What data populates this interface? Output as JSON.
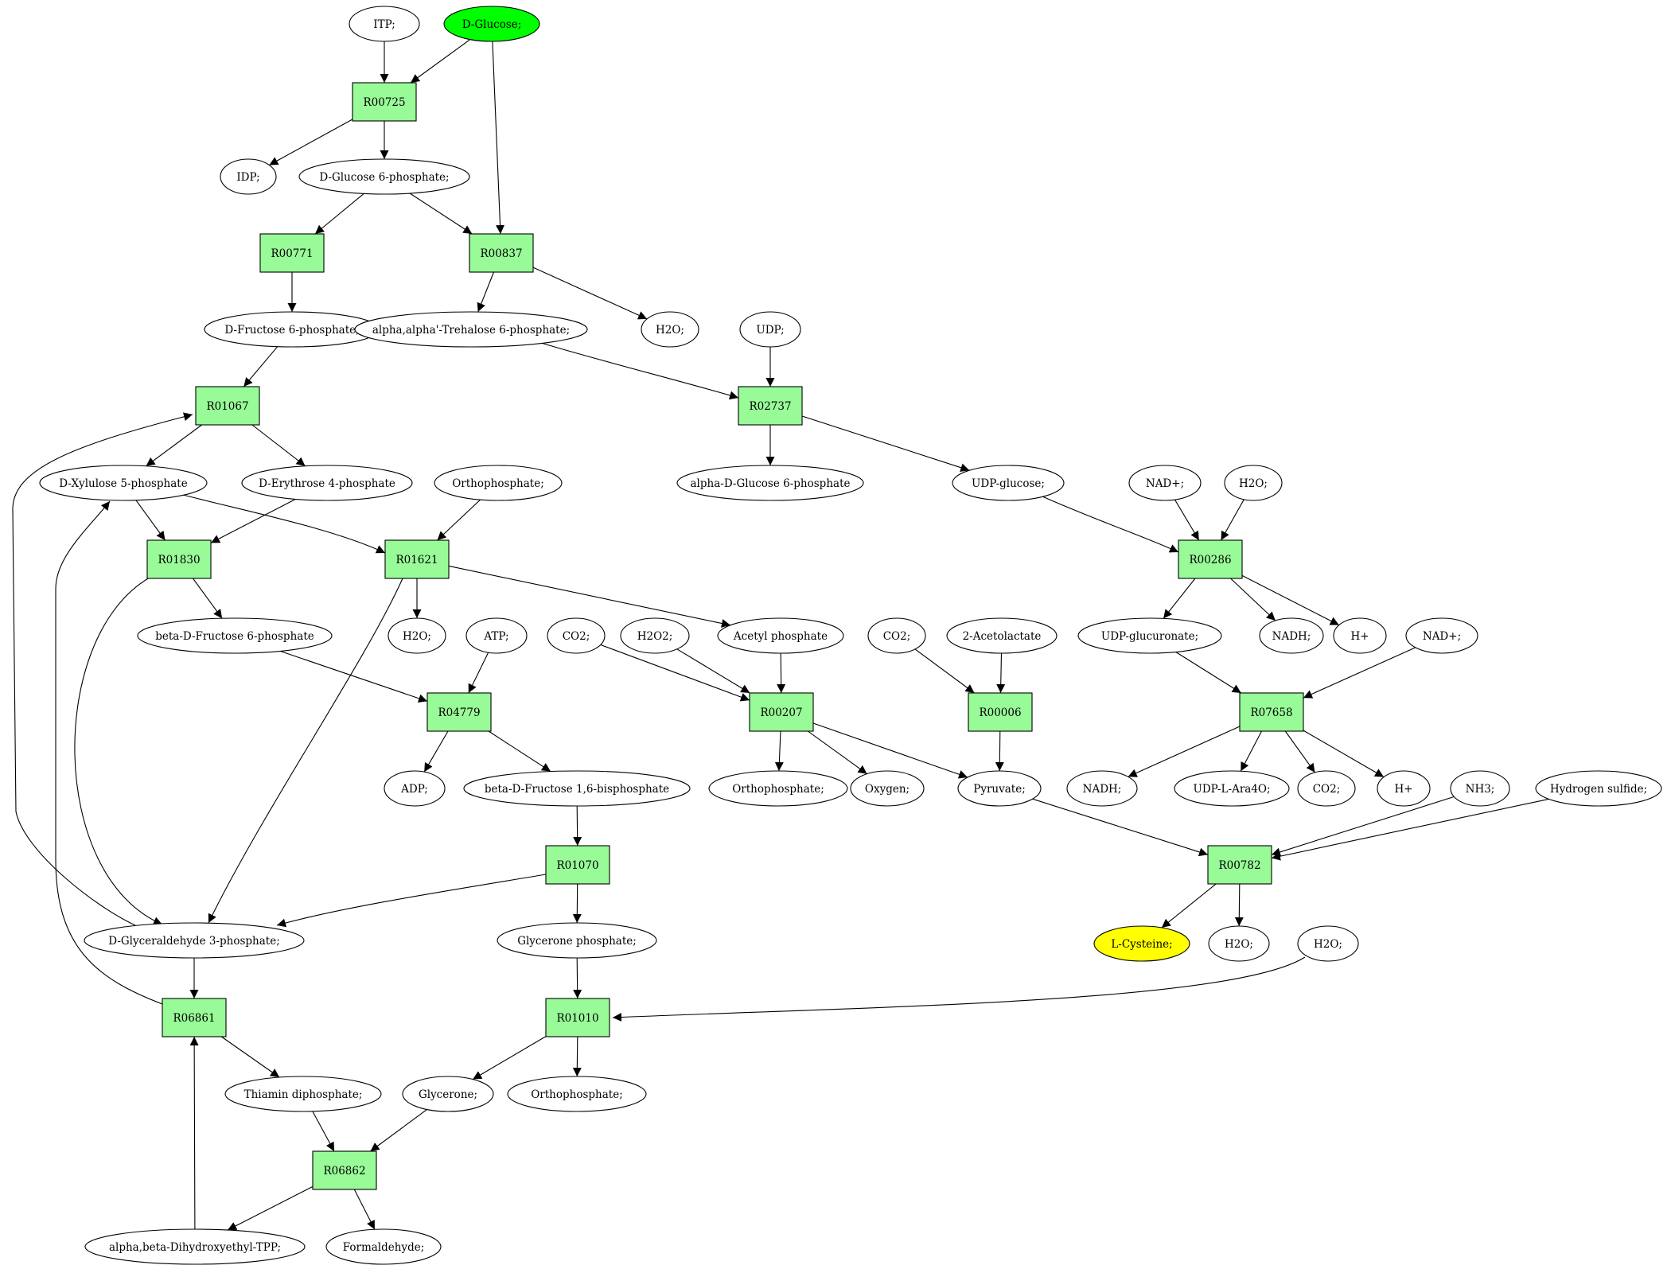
{
  "colors": {
    "reaction_fill": "#98fb98",
    "compound_fill": "#ffffff",
    "start_fill": "#00ff00",
    "target_fill": "#ffff00",
    "stroke": "#000000"
  },
  "nodes": [
    {
      "id": "itp",
      "label": "ITP;",
      "kind": "compound"
    },
    {
      "id": "dglucose",
      "label": "D-Glucose;",
      "kind": "start"
    },
    {
      "id": "R00725",
      "label": "R00725",
      "kind": "reaction"
    },
    {
      "id": "idp",
      "label": "IDP;",
      "kind": "compound"
    },
    {
      "id": "g6p",
      "label": "D-Glucose 6-phosphate;",
      "kind": "compound"
    },
    {
      "id": "R00771",
      "label": "R00771",
      "kind": "reaction"
    },
    {
      "id": "R00837",
      "label": "R00837",
      "kind": "reaction"
    },
    {
      "id": "f6p",
      "label": "D-Fructose 6-phosphate;",
      "kind": "compound"
    },
    {
      "id": "t6p",
      "label": "alpha,alpha'-Trehalose 6-phosphate;",
      "kind": "compound"
    },
    {
      "id": "h2o_a",
      "label": "H2O;",
      "kind": "compound"
    },
    {
      "id": "udp",
      "label": "UDP;",
      "kind": "compound"
    },
    {
      "id": "R01067",
      "label": "R01067",
      "kind": "reaction"
    },
    {
      "id": "R02737",
      "label": "R02737",
      "kind": "reaction"
    },
    {
      "id": "x5p",
      "label": "D-Xylulose 5-phosphate",
      "kind": "compound"
    },
    {
      "id": "e4p",
      "label": "D-Erythrose 4-phosphate",
      "kind": "compound"
    },
    {
      "id": "ortho_a",
      "label": "Orthophosphate;",
      "kind": "compound"
    },
    {
      "id": "ag6p",
      "label": "alpha-D-Glucose 6-phosphate",
      "kind": "compound"
    },
    {
      "id": "udpglc",
      "label": "UDP-glucose;",
      "kind": "compound"
    },
    {
      "id": "nad_a",
      "label": "NAD+;",
      "kind": "compound"
    },
    {
      "id": "h2o_b",
      "label": "H2O;",
      "kind": "compound"
    },
    {
      "id": "R01830",
      "label": "R01830",
      "kind": "reaction"
    },
    {
      "id": "R01621",
      "label": "R01621",
      "kind": "reaction"
    },
    {
      "id": "R00286",
      "label": "R00286",
      "kind": "reaction"
    },
    {
      "id": "bf6p",
      "label": "beta-D-Fructose 6-phosphate",
      "kind": "compound"
    },
    {
      "id": "h2o_c",
      "label": "H2O;",
      "kind": "compound"
    },
    {
      "id": "atp",
      "label": "ATP;",
      "kind": "compound"
    },
    {
      "id": "co2_a",
      "label": "CO2;",
      "kind": "compound"
    },
    {
      "id": "h2o2",
      "label": "H2O2;",
      "kind": "compound"
    },
    {
      "id": "acp",
      "label": "Acetyl phosphate",
      "kind": "compound"
    },
    {
      "id": "co2_b",
      "label": "CO2;",
      "kind": "compound"
    },
    {
      "id": "acetolac",
      "label": "2-Acetolactate",
      "kind": "compound"
    },
    {
      "id": "udpglcu",
      "label": "UDP-glucuronate;",
      "kind": "compound"
    },
    {
      "id": "nadh_a",
      "label": "NADH;",
      "kind": "compound"
    },
    {
      "id": "hplus_a",
      "label": "H+",
      "kind": "compound"
    },
    {
      "id": "nad_b",
      "label": "NAD+;",
      "kind": "compound"
    },
    {
      "id": "R04779",
      "label": "R04779",
      "kind": "reaction"
    },
    {
      "id": "R00207",
      "label": "R00207",
      "kind": "reaction"
    },
    {
      "id": "R00006",
      "label": "R00006",
      "kind": "reaction"
    },
    {
      "id": "R07658",
      "label": "R07658",
      "kind": "reaction"
    },
    {
      "id": "adp",
      "label": "ADP;",
      "kind": "compound"
    },
    {
      "id": "fbp",
      "label": "beta-D-Fructose 1,6-bisphosphate",
      "kind": "compound"
    },
    {
      "id": "ortho_b",
      "label": "Orthophosphate;",
      "kind": "compound"
    },
    {
      "id": "oxygen",
      "label": "Oxygen;",
      "kind": "compound"
    },
    {
      "id": "pyruvate",
      "label": "Pyruvate;",
      "kind": "compound"
    },
    {
      "id": "nadh_b",
      "label": "NADH;",
      "kind": "compound"
    },
    {
      "id": "udpara",
      "label": "UDP-L-Ara4O;",
      "kind": "compound"
    },
    {
      "id": "co2_c",
      "label": "CO2;",
      "kind": "compound"
    },
    {
      "id": "hplus_b",
      "label": "H+",
      "kind": "compound"
    },
    {
      "id": "nh3",
      "label": "NH3;",
      "kind": "compound"
    },
    {
      "id": "h2s",
      "label": "Hydrogen sulfide;",
      "kind": "compound"
    },
    {
      "id": "R01070",
      "label": "R01070",
      "kind": "reaction"
    },
    {
      "id": "R00782",
      "label": "R00782",
      "kind": "reaction"
    },
    {
      "id": "g3p",
      "label": "D-Glyceraldehyde 3-phosphate;",
      "kind": "compound"
    },
    {
      "id": "dhap",
      "label": "Glycerone phosphate;",
      "kind": "compound"
    },
    {
      "id": "lcys",
      "label": "L-Cysteine;",
      "kind": "target"
    },
    {
      "id": "h2o_d",
      "label": "H2O;",
      "kind": "compound"
    },
    {
      "id": "h2o_e",
      "label": "H2O;",
      "kind": "compound"
    },
    {
      "id": "R06861",
      "label": "R06861",
      "kind": "reaction"
    },
    {
      "id": "R01010",
      "label": "R01010",
      "kind": "reaction"
    },
    {
      "id": "tpp",
      "label": "Thiamin diphosphate;",
      "kind": "compound"
    },
    {
      "id": "glycerone",
      "label": "Glycerone;",
      "kind": "compound"
    },
    {
      "id": "ortho_c",
      "label": "Orthophosphate;",
      "kind": "compound"
    },
    {
      "id": "R06862",
      "label": "R06862",
      "kind": "reaction"
    },
    {
      "id": "dhetpp",
      "label": "alpha,beta-Dihydroxyethyl-TPP;",
      "kind": "compound"
    },
    {
      "id": "formald",
      "label": "Formaldehyde;",
      "kind": "compound"
    }
  ],
  "edges": [
    [
      "itp",
      "R00725"
    ],
    [
      "dglucose",
      "R00725"
    ],
    [
      "dglucose",
      "R00837"
    ],
    [
      "R00725",
      "idp"
    ],
    [
      "R00725",
      "g6p"
    ],
    [
      "g6p",
      "R00771"
    ],
    [
      "g6p",
      "R00837"
    ],
    [
      "R00771",
      "f6p"
    ],
    [
      "R00837",
      "t6p"
    ],
    [
      "R00837",
      "h2o_a"
    ],
    [
      "f6p",
      "R01067"
    ],
    [
      "t6p",
      "R02737"
    ],
    [
      "udp",
      "R02737"
    ],
    [
      "R02737",
      "ag6p"
    ],
    [
      "R02737",
      "udpglc"
    ],
    [
      "R01067",
      "x5p"
    ],
    [
      "R01067",
      "e4p"
    ],
    [
      "x5p",
      "R01830"
    ],
    [
      "e4p",
      "R01830"
    ],
    [
      "x5p",
      "R01621"
    ],
    [
      "ortho_a",
      "R01621"
    ],
    [
      "udpglc",
      "R00286"
    ],
    [
      "nad_a",
      "R00286"
    ],
    [
      "h2o_b",
      "R00286"
    ],
    [
      "R01830",
      "bf6p"
    ],
    [
      "R01830",
      "g3p"
    ],
    [
      "R01621",
      "h2o_c"
    ],
    [
      "R01621",
      "acp"
    ],
    [
      "R01621",
      "g3p"
    ],
    [
      "R00286",
      "udpglcu"
    ],
    [
      "R00286",
      "nadh_a"
    ],
    [
      "R00286",
      "hplus_a"
    ],
    [
      "bf6p",
      "R04779"
    ],
    [
      "atp",
      "R04779"
    ],
    [
      "R04779",
      "adp"
    ],
    [
      "R04779",
      "fbp"
    ],
    [
      "co2_a",
      "R00207"
    ],
    [
      "h2o2",
      "R00207"
    ],
    [
      "acp",
      "R00207"
    ],
    [
      "R00207",
      "ortho_b"
    ],
    [
      "R00207",
      "oxygen"
    ],
    [
      "R00207",
      "pyruvate"
    ],
    [
      "co2_b",
      "R00006"
    ],
    [
      "acetolac",
      "R00006"
    ],
    [
      "R00006",
      "pyruvate"
    ],
    [
      "udpglcu",
      "R07658"
    ],
    [
      "nad_b",
      "R07658"
    ],
    [
      "R07658",
      "nadh_b"
    ],
    [
      "R07658",
      "udpara"
    ],
    [
      "R07658",
      "co2_c"
    ],
    [
      "R07658",
      "hplus_b"
    ],
    [
      "fbp",
      "R01070"
    ],
    [
      "R01070",
      "g3p"
    ],
    [
      "R01070",
      "dhap"
    ],
    [
      "pyruvate",
      "R00782"
    ],
    [
      "nh3",
      "R00782"
    ],
    [
      "h2s",
      "R00782"
    ],
    [
      "R00782",
      "lcys"
    ],
    [
      "R00782",
      "h2o_d"
    ],
    [
      "g3p",
      "R06861"
    ],
    [
      "g3p",
      "R01067"
    ],
    [
      "R06861",
      "x5p"
    ],
    [
      "R06861",
      "tpp"
    ],
    [
      "dhap",
      "R01010"
    ],
    [
      "h2o_e",
      "R01010"
    ],
    [
      "R01010",
      "glycerone"
    ],
    [
      "R01010",
      "ortho_c"
    ],
    [
      "tpp",
      "R06862"
    ],
    [
      "glycerone",
      "R06862"
    ],
    [
      "R06862",
      "dhetpp"
    ],
    [
      "R06862",
      "formald"
    ],
    [
      "dhetpp",
      "R06861"
    ]
  ]
}
